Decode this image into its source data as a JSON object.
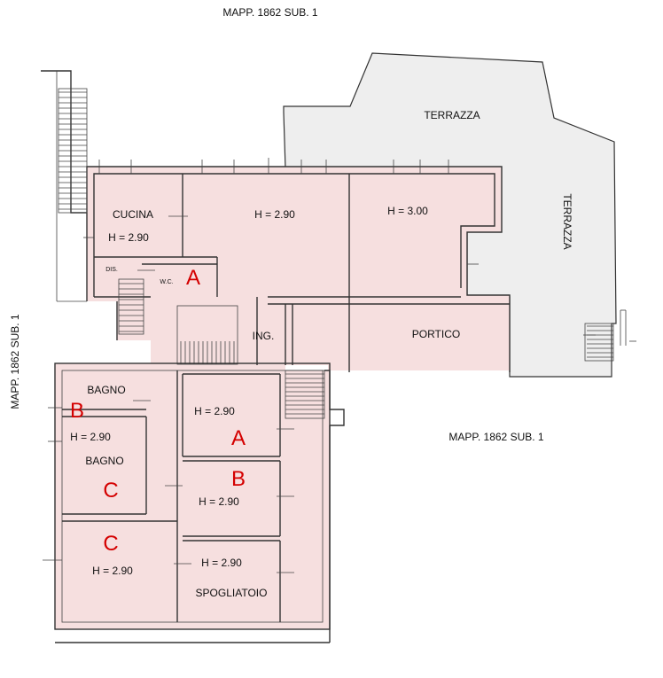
{
  "labels": {
    "mapp_top": "MAPP. 1862 SUB. 1",
    "mapp_left": "MAPP. 1862 SUB. 1",
    "mapp_right": "MAPP. 1862 SUB. 1",
    "terrazza_top": "TERRAZZA",
    "terrazza_right": "TERRAZZA",
    "cucina": "CUCINA",
    "h_cucina": "H = 2.90",
    "h_living": "H = 2.90",
    "h_right": "H = 3.00",
    "dis": "DIS.",
    "wc": "W.C.",
    "ing": "ING.",
    "portico": "PORTICO",
    "bagno1": "BAGNO",
    "bagno2": "BAGNO",
    "h_bagno2": "H = 2.90",
    "h_roomA": "H = 2.90",
    "h_roomB": "H = 2.90",
    "h_roomC": "H = 2.90",
    "h_spogliatoio": "H = 2.90",
    "spogliatoio": "SPOGLIATOIO"
  },
  "markers": {
    "a_top": "A",
    "a_mid": "A",
    "b_left": "B",
    "b_mid": "B",
    "c_bagno": "C",
    "c_room": "C"
  },
  "colors": {
    "room_fill": "#f6dfdf",
    "terrace_fill": "#eeeeee",
    "marker_red": "#d40000"
  }
}
